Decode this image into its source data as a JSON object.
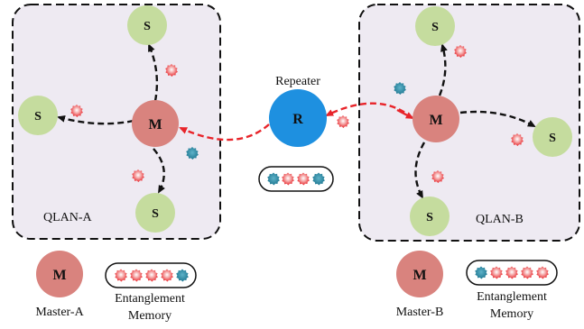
{
  "qlan_a": {
    "label": "QLAN-A",
    "master": "M",
    "slaves": [
      "S",
      "S",
      "S"
    ]
  },
  "qlan_b": {
    "label": "QLAN-B",
    "master": "M",
    "slaves": [
      "S",
      "S",
      "S"
    ]
  },
  "repeater": {
    "title": "Repeater",
    "node": "R"
  },
  "legend": {
    "master_a": {
      "symbol": "M",
      "caption": "Master-A"
    },
    "master_b": {
      "symbol": "M",
      "caption": "Master-B"
    },
    "memory_a": {
      "caption_line1": "Entanglement",
      "caption_line2": "Memory"
    },
    "memory_b": {
      "caption_line1": "Entanglement",
      "caption_line2": "Memory"
    }
  },
  "colors": {
    "master": "#d9837e",
    "slave": "#c5dc9e",
    "repeater": "#1e90e0",
    "qlan_fill": "#eeeaf2",
    "qubit_red": "#e8242a",
    "qubit_teal": "#2a8aa6",
    "link_red": "#e8242a",
    "link_black": "#111111"
  }
}
